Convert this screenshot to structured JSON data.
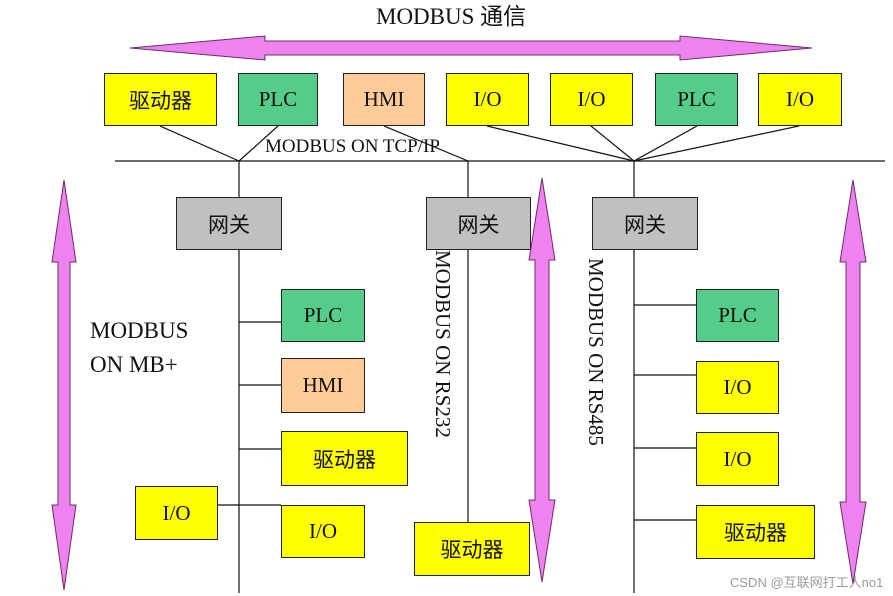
{
  "colors": {
    "yellow": "#ffff00",
    "green": "#55cc88",
    "peach": "#ffcc99",
    "gray": "#c0c0c0",
    "arrow": "#ee82ee"
  },
  "title": "MODBUS 通信",
  "tcp_label": "MODBUS ON TCP/IP",
  "mbplus_label_line1": "MODBUS",
  "mbplus_label_line2": "ON MB+",
  "rs232_label": "MODBUS ON RS232",
  "rs485_label": "MODBUS ON RS485",
  "top_devices": [
    {
      "label": "驱动器",
      "color": "yellow"
    },
    {
      "label": "PLC",
      "color": "green"
    },
    {
      "label": "HMI",
      "color": "peach"
    },
    {
      "label": "I/O",
      "color": "yellow"
    },
    {
      "label": "I/O",
      "color": "yellow"
    },
    {
      "label": "PLC",
      "color": "green"
    },
    {
      "label": "I/O",
      "color": "yellow"
    }
  ],
  "gateways": [
    {
      "label": "网关"
    },
    {
      "label": "网关"
    },
    {
      "label": "网关"
    }
  ],
  "mbplus_devices": [
    {
      "label": "PLC",
      "color": "green"
    },
    {
      "label": "HMI",
      "color": "peach"
    },
    {
      "label": "驱动器",
      "color": "yellow"
    },
    {
      "label": "I/O",
      "color": "yellow"
    },
    {
      "label": "I/O",
      "color": "yellow"
    }
  ],
  "rs232_devices": [
    {
      "label": "驱动器",
      "color": "yellow"
    }
  ],
  "rs485_devices": [
    {
      "label": "PLC",
      "color": "green"
    },
    {
      "label": "I/O",
      "color": "yellow"
    },
    {
      "label": "I/O",
      "color": "yellow"
    },
    {
      "label": "驱动器",
      "color": "yellow"
    }
  ],
  "watermark": "CSDN @互联网打工人no1"
}
